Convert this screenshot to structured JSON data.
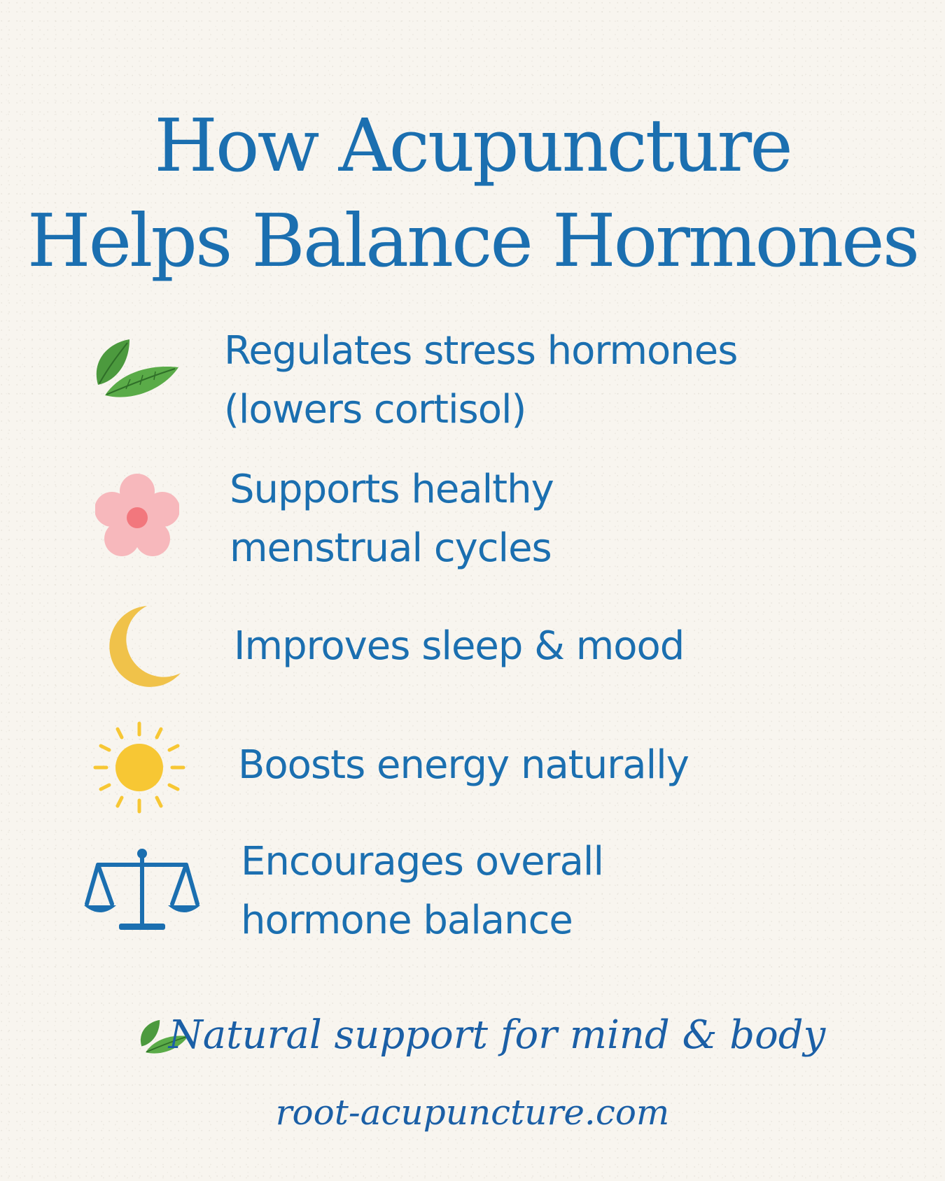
{
  "title": {
    "line1": "How Acupuncture",
    "line2": "Helps Balance Hormones"
  },
  "benefits": [
    {
      "icon": "leaves-icon",
      "line1": "Regulates stress hormones",
      "line2": "(lowers cortisol)"
    },
    {
      "icon": "flower-icon",
      "line1": "Supports healthy",
      "line2": "menstrual cycles"
    },
    {
      "icon": "moon-icon",
      "line1": "Improves sleep & mood"
    },
    {
      "icon": "sun-icon",
      "line1": "Boosts energy naturally"
    },
    {
      "icon": "scale-icon",
      "line1": "Encourages overall",
      "line2": "hormone balance"
    }
  ],
  "footer": {
    "tagline": "Natural support for mind & body",
    "website": "root-acupuncture.com"
  },
  "colors": {
    "text_blue": "#1b6fb0",
    "leaf_green": "#4c9a3e",
    "flower_pink": "#f7b8bc",
    "moon_yellow": "#f0c24a",
    "sun_yellow": "#f7c734",
    "background": "#f8f5ef"
  }
}
